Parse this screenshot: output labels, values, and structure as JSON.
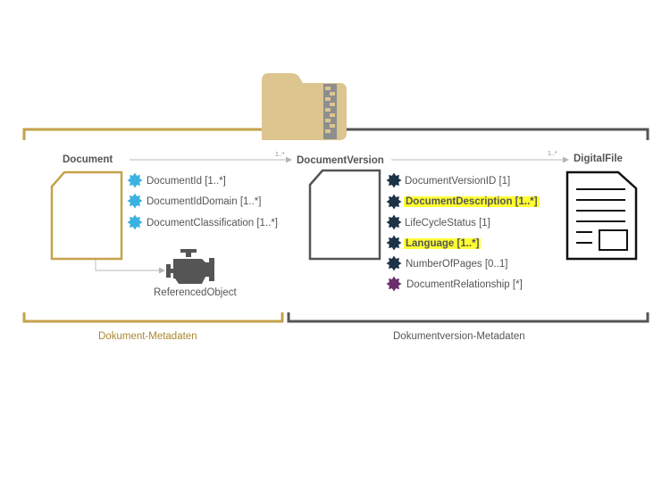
{
  "colors": {
    "gold": "#c5a14a",
    "dark_gray": "#555555",
    "light_blue": "#3bb3e0",
    "navy": "#1d3347",
    "purple": "#6b2f6b",
    "highlight": "#ffff33",
    "folder": "#dcc58f"
  },
  "icons": {
    "folder": "zip-folder-icon",
    "engine": "engine-icon",
    "digital_file": "document-file-icon",
    "bullet": "star-burst-icon"
  },
  "document": {
    "title": "Document",
    "attributes": [
      {
        "label": "DocumentId [1..*]",
        "color": "light_blue"
      },
      {
        "label": "DocumentIdDomain [1..*]",
        "color": "light_blue"
      },
      {
        "label": "DocumentClassification [1..*]",
        "color": "light_blue"
      }
    ],
    "referenced_object": "ReferencedObject"
  },
  "document_version": {
    "title": "DocumentVersion",
    "multiplicity_in": "1..*",
    "attributes": [
      {
        "label": "DocumentVersionID [1]",
        "color": "navy",
        "highlight": false
      },
      {
        "label": "DocumentDescription [1..*]",
        "color": "navy",
        "highlight": true
      },
      {
        "label": "LifeCycleStatus [1]",
        "color": "navy",
        "highlight": false
      },
      {
        "label": "Language [1..*]",
        "color": "navy",
        "highlight": true
      },
      {
        "label": "NumberOfPages [0..1]",
        "color": "navy",
        "highlight": false
      },
      {
        "label": "DocumentRelationship [*]",
        "color": "purple",
        "highlight": false
      }
    ]
  },
  "digital_file": {
    "title": "DigitalFile",
    "multiplicity_in": "1..*"
  },
  "sections": {
    "left": "Dokument-Metadaten",
    "right": "Dokumentversion-Metadaten"
  }
}
